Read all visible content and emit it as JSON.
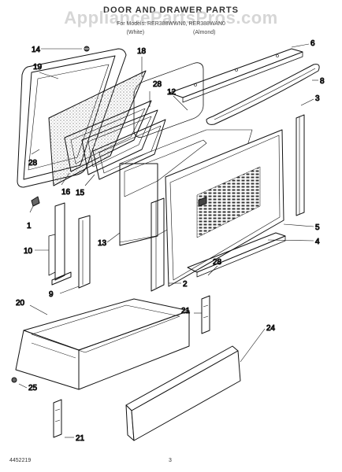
{
  "header": {
    "title": "DOOR AND DRAWER PARTS",
    "watermark": "AppliancePartsPros.com",
    "models": "For Models: RER388WWN0, RER388WAN0",
    "color_left": "(White)",
    "color_right": "(Almond)"
  },
  "callouts": {
    "c14": "14",
    "c18": "18",
    "c19": "19",
    "c6": "6",
    "c28a": "28",
    "c12": "12",
    "c8": "8",
    "c3": "3",
    "c28b": "28",
    "c16": "16",
    "c15": "15",
    "c13": "13",
    "c1": "1",
    "c10": "10",
    "c9": "9",
    "c2": "2",
    "c5": "5",
    "c4": "4",
    "c28c": "28",
    "c20": "20",
    "c21a": "21",
    "c24": "24",
    "c25": "25",
    "c21b": "21"
  },
  "footer": {
    "doc_number": "4452219",
    "page_number": "3"
  },
  "icons": [
    "screw-icon",
    "clip-icon"
  ]
}
